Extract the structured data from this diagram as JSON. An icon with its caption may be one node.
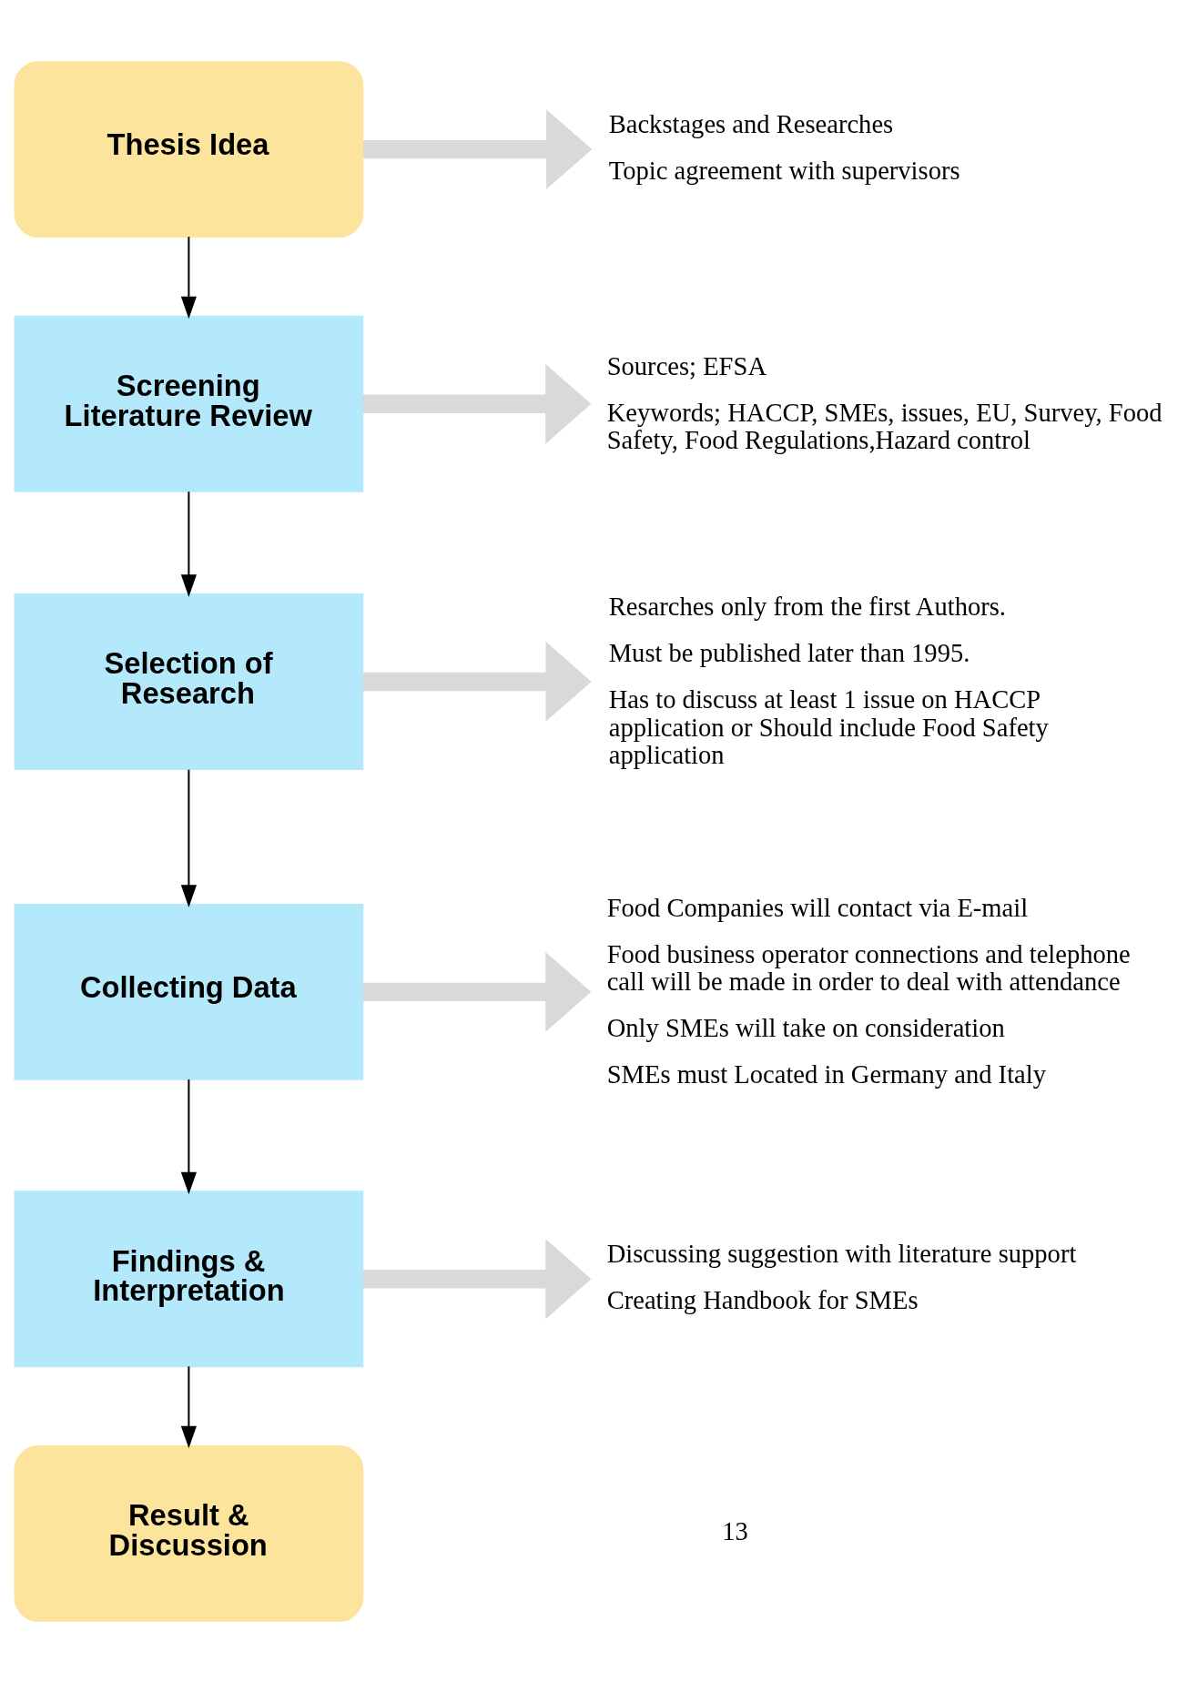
{
  "diagram": {
    "nodes": [
      {
        "text": [
          "Thesis Idea"
        ]
      },
      {
        "text": [
          "Backstages and Researches",
          "Topic agreement with supervisors"
        ]
      },
      {
        "text": [
          "Screening Literature Review"
        ]
      },
      {
        "text": [
          "Sources; EFSA",
          "Keywords; HACCP, SMEs, issues, EU, Survey, Food Safety, Food Regulations,Hazard control"
        ]
      },
      {
        "text": [
          "Selection of Research"
        ]
      },
      {
        "text": [
          "Resarches only from the first Authors.",
          "Must be published later than 1995.",
          "Has to discuss at least 1 issue on HACCP application or Should include Food Safety application"
        ]
      },
      {
        "text": [
          "Collecting Data"
        ]
      },
      {
        "text": [
          "Food Companies will contact via E-mail",
          "Food business operator connections and telephone call will be made in order to deal with attendance",
          "Only SMEs will take on consideration",
          "SMEs must Located in Germany and Italy"
        ]
      },
      {
        "text": [
          "Findings & Interpretation"
        ]
      },
      {
        "text": [
          "Discussing suggestion with literature support",
          "Creating Handbook for SMEs"
        ]
      },
      {
        "text": [
          "Result & Discussion"
        ]
      }
    ],
    "edges": [
      {
        "from": 0,
        "to": 1,
        "arrow": "to",
        "style": "thick",
        "color": "#d9d9d9"
      },
      {
        "from": 0,
        "to": 2,
        "arrow": "to",
        "color": "#000000"
      },
      {
        "from": 2,
        "to": 3,
        "arrow": "to",
        "style": "thick",
        "color": "#d9d9d9"
      },
      {
        "from": 2,
        "to": 4,
        "arrow": "to",
        "color": "#000000"
      },
      {
        "from": 4,
        "to": 5,
        "arrow": "to",
        "style": "thick",
        "color": "#d9d9d9"
      },
      {
        "from": 4,
        "to": 6,
        "arrow": "to",
        "color": "#000000"
      },
      {
        "from": 6,
        "to": 7,
        "arrow": "to",
        "style": "thick",
        "color": "#d9d9d9"
      },
      {
        "from": 6,
        "to": 8,
        "arrow": "to",
        "color": "#000000"
      },
      {
        "from": 8,
        "to": 9,
        "arrow": "to",
        "style": "thick",
        "color": "#d9d9d9"
      },
      {
        "from": 8,
        "to": 10,
        "arrow": "to",
        "color": "#000000"
      }
    ],
    "labels": [
      "13"
    ]
  }
}
